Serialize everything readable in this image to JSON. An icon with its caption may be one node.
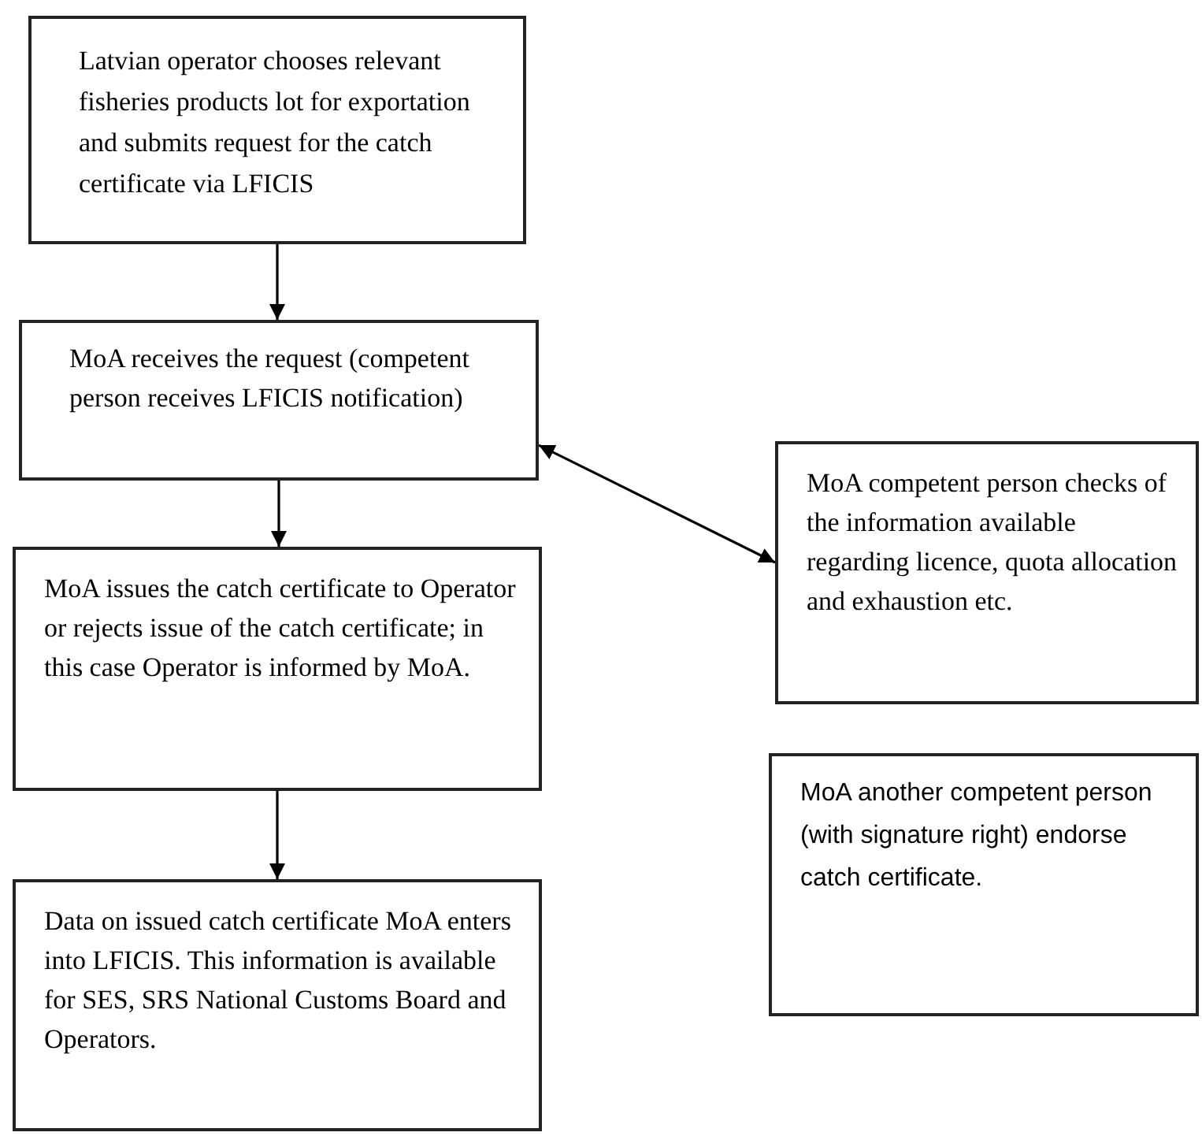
{
  "diagram": {
    "nodes": [
      {
        "text": [
          "Latvian operator chooses relevant fisheries products lot for exportation and  submits request for the catch certificate via LFICIS"
        ]
      },
      {
        "text": [
          "MoA receives the request (competent person receives LFICIS notification)"
        ]
      },
      {
        "text": [
          "MoA issues the catch certificate to Operator or rejects issue of the catch certificate; in this case Operator is informed by MoA."
        ]
      },
      {
        "text": [
          "Data on issued catch certificate MoA enters into LFICIS. This information is available for SES, SRS National Customs Board and Operators."
        ]
      },
      {
        "text": [
          "MoA competent person checks of the information available regarding licence, quota allocation and exhaustion etc."
        ]
      },
      {
        "text": [
          "MoA another competent person (with signature right) endorse catch certificate."
        ]
      }
    ],
    "edges": [
      {
        "from": 0,
        "to": 1,
        "arrow": "to"
      },
      {
        "from": 1,
        "to": 2,
        "arrow": "to"
      },
      {
        "from": 2,
        "to": 3,
        "arrow": "to"
      },
      {
        "from": 1,
        "to": 4,
        "arrow": "both"
      }
    ]
  }
}
